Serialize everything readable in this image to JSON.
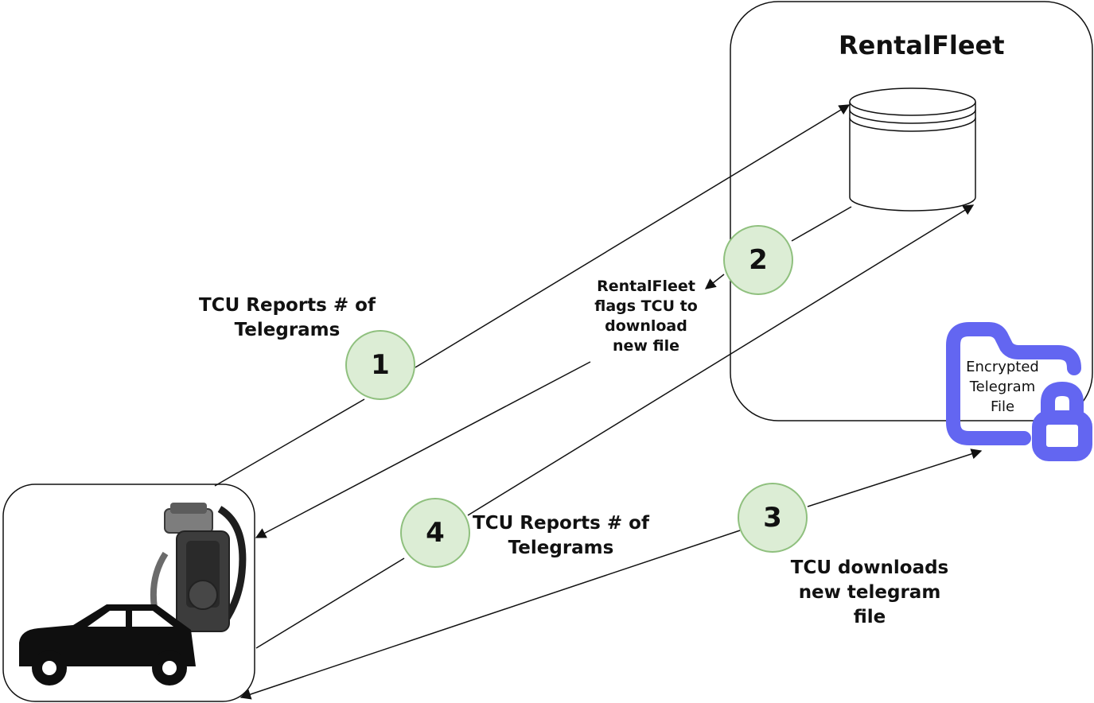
{
  "rental_fleet": {
    "title": "RentalFleet"
  },
  "steps": [
    {
      "number": "1",
      "label_lines": [
        "TCU Reports # of",
        "Telegrams"
      ]
    },
    {
      "number": "2",
      "label_lines": [
        "RentalFleet",
        "flags TCU to",
        "download",
        "new file"
      ]
    },
    {
      "number": "3",
      "label_lines": [
        "TCU downloads",
        "new telegram",
        "file"
      ]
    },
    {
      "number": "4",
      "label_lines": [
        "TCU Reports # of",
        "Telegrams"
      ]
    }
  ],
  "file_icon": {
    "icon": "locked-folder-icon",
    "label_lines": [
      "Encrypted",
      "Telegram",
      "File"
    ],
    "color": "#6366f1"
  },
  "database": {
    "icon": "database-icon"
  },
  "vehicle": {
    "icon": "car-with-tcu-device-icon"
  },
  "colors": {
    "step_fill": "#dcedd5",
    "step_border": "#8fc07e",
    "line": "#111111"
  }
}
